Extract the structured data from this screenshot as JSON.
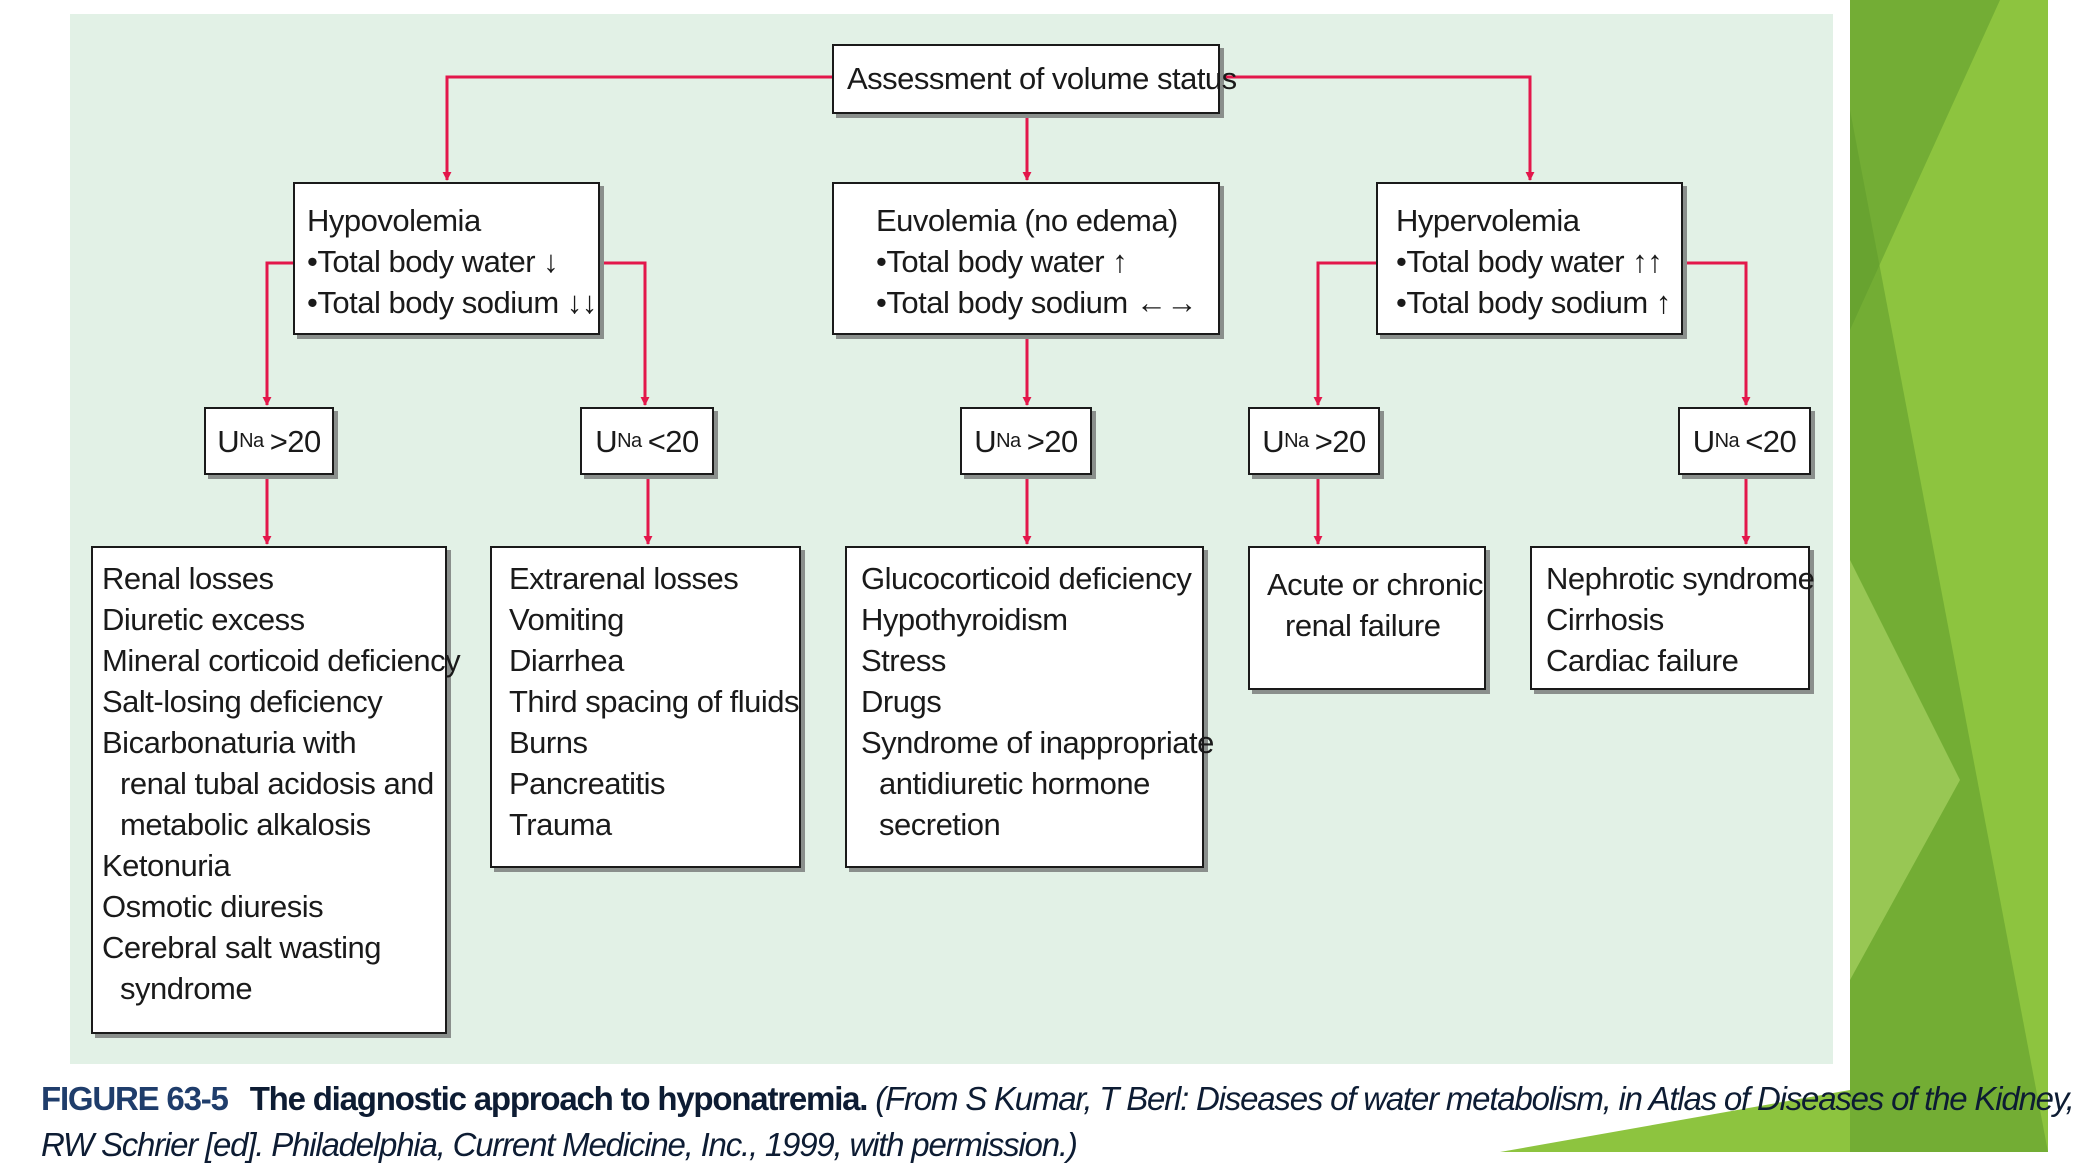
{
  "diagram": {
    "root": {
      "label": "Assessment of volume status"
    },
    "categories": [
      {
        "id": "hypo",
        "title": "Hypovolemia",
        "bullets": [
          "•Total body water ↓",
          "•Total body sodium ↓↓"
        ]
      },
      {
        "id": "eu",
        "title": "Euvolemia (no edema)",
        "bullets": [
          "•Total body water ↑",
          "•Total body sodium ←→"
        ]
      },
      {
        "id": "hyper",
        "title": "Hypervolemia",
        "bullets": [
          "•Total body water ↑↑",
          "•Total body sodium ↑"
        ]
      }
    ],
    "urine_tests": [
      {
        "base": "U",
        "sub": "Na",
        "rel": ">20"
      },
      {
        "base": "U",
        "sub": "Na",
        "rel": "<20"
      },
      {
        "base": "U",
        "sub": "Na",
        "rel": ">20"
      },
      {
        "base": "U",
        "sub": "Na",
        "rel": ">20"
      },
      {
        "base": "U",
        "sub": "Na",
        "rel": "<20"
      }
    ],
    "causes": [
      {
        "lines": [
          "Renal losses",
          "Diuretic excess",
          "Mineral corticoid deficiency",
          "Salt-losing deficiency",
          "Bicarbonaturia with",
          "renal tubal acidosis and",
          "metabolic alkalosis",
          "Ketonuria",
          "Osmotic diuresis",
          "Cerebral salt wasting",
          "syndrome"
        ]
      },
      {
        "lines": [
          "Extrarenal losses",
          "Vomiting",
          "Diarrhea",
          "Third spacing of fluids",
          "Burns",
          "Pancreatitis",
          "Trauma"
        ]
      },
      {
        "lines": [
          "Glucocorticoid deficiency",
          "Hypothyroidism",
          "Stress",
          "Drugs",
          "Syndrome of inappropriate",
          "antidiuretic hormone",
          "secretion"
        ]
      },
      {
        "lines": [
          "Acute or chronic",
          "renal failure"
        ]
      },
      {
        "lines": [
          "Nephrotic syndrome",
          "Cirrhosis",
          "Cardiac failure"
        ]
      }
    ]
  },
  "caption": {
    "figure": "FIGURE 63-5",
    "title": "The diagnostic approach to hyponatremia.",
    "reference": "(From S Kumar, T Berl: Diseases of water metabolism, in Atlas of Diseases of the Kidney,",
    "reference_cont": "RW Schrier [ed]. Philadelphia, Current Medicine, Inc., 1999, with permission.)"
  },
  "colors": {
    "connector": "#e3174b",
    "panel": "#e2f1e6",
    "accent_green": "#8dc43f"
  }
}
